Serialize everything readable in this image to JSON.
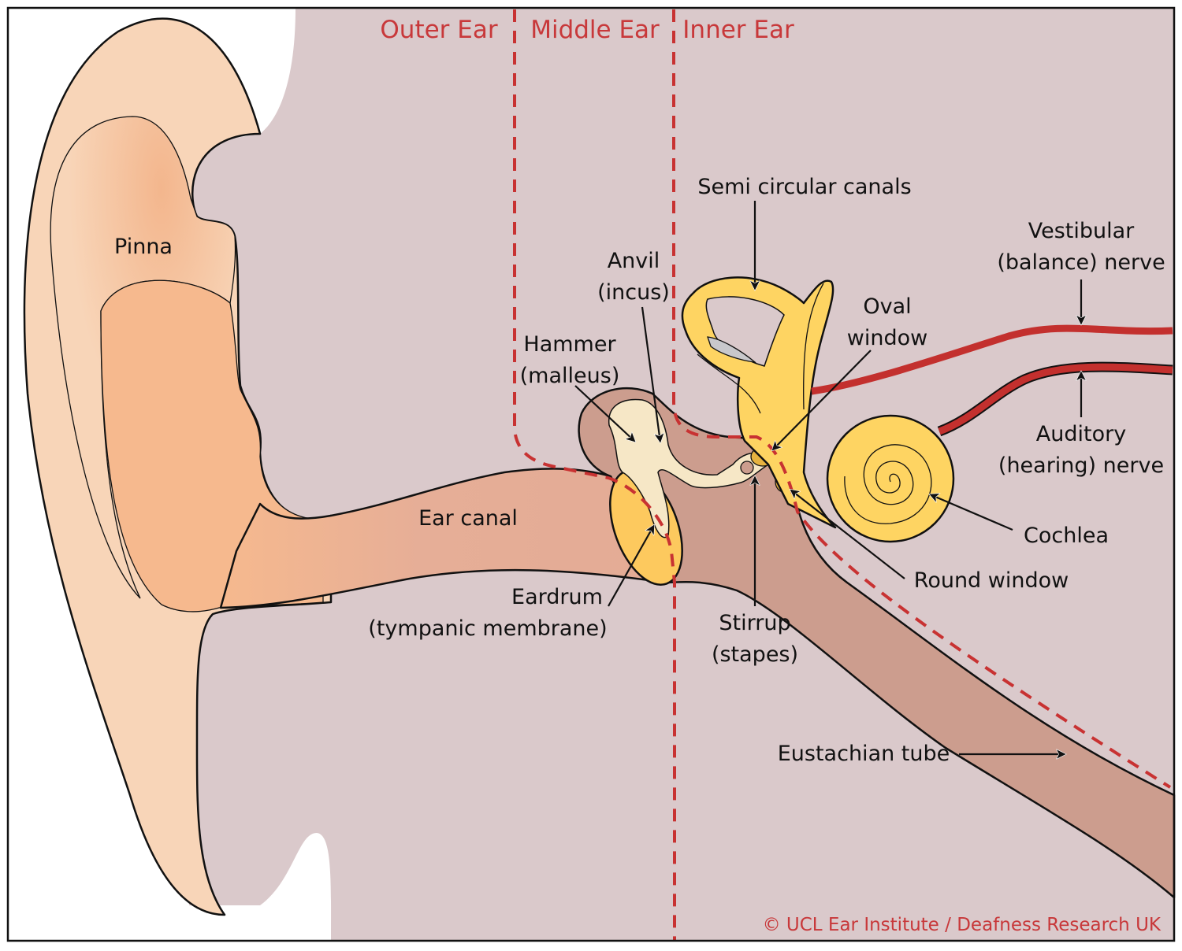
{
  "sections": {
    "outer": "Outer Ear",
    "middle": "Middle Ear",
    "inner": "Inner Ear"
  },
  "labels": {
    "pinna": "Pinna",
    "semicircular": "Semi circular canals",
    "vestibular_1": "Vestibular",
    "vestibular_2": "(balance) nerve",
    "anvil_1": "Anvil",
    "anvil_2": "(incus)",
    "oval_1": "Oval",
    "oval_2": "window",
    "hammer_1": "Hammer",
    "hammer_2": "(malleus)",
    "auditory_1": "Auditory",
    "auditory_2": "(hearing) nerve",
    "ear_canal": "Ear canal",
    "cochlea": "Cochlea",
    "round_window": "Round window",
    "eardrum_1": "Eardrum",
    "eardrum_2": "(tympanic membrane)",
    "stirrup_1": "Stirrup",
    "stirrup_2": "(stapes)",
    "eustachian": "Eustachian tube"
  },
  "copyright": "© UCL Ear Institute / Deafness Research UK",
  "colors": {
    "background": "#dac9cb",
    "skin": "#f8d5b8",
    "concha": "#f6b98e",
    "canal": "#e3ab95",
    "cavity": "#cc9d8e",
    "inner_ear": "#fed462",
    "bone": "#f6e7c6",
    "nerve": "#c3302e",
    "boundary": "#c83232"
  }
}
